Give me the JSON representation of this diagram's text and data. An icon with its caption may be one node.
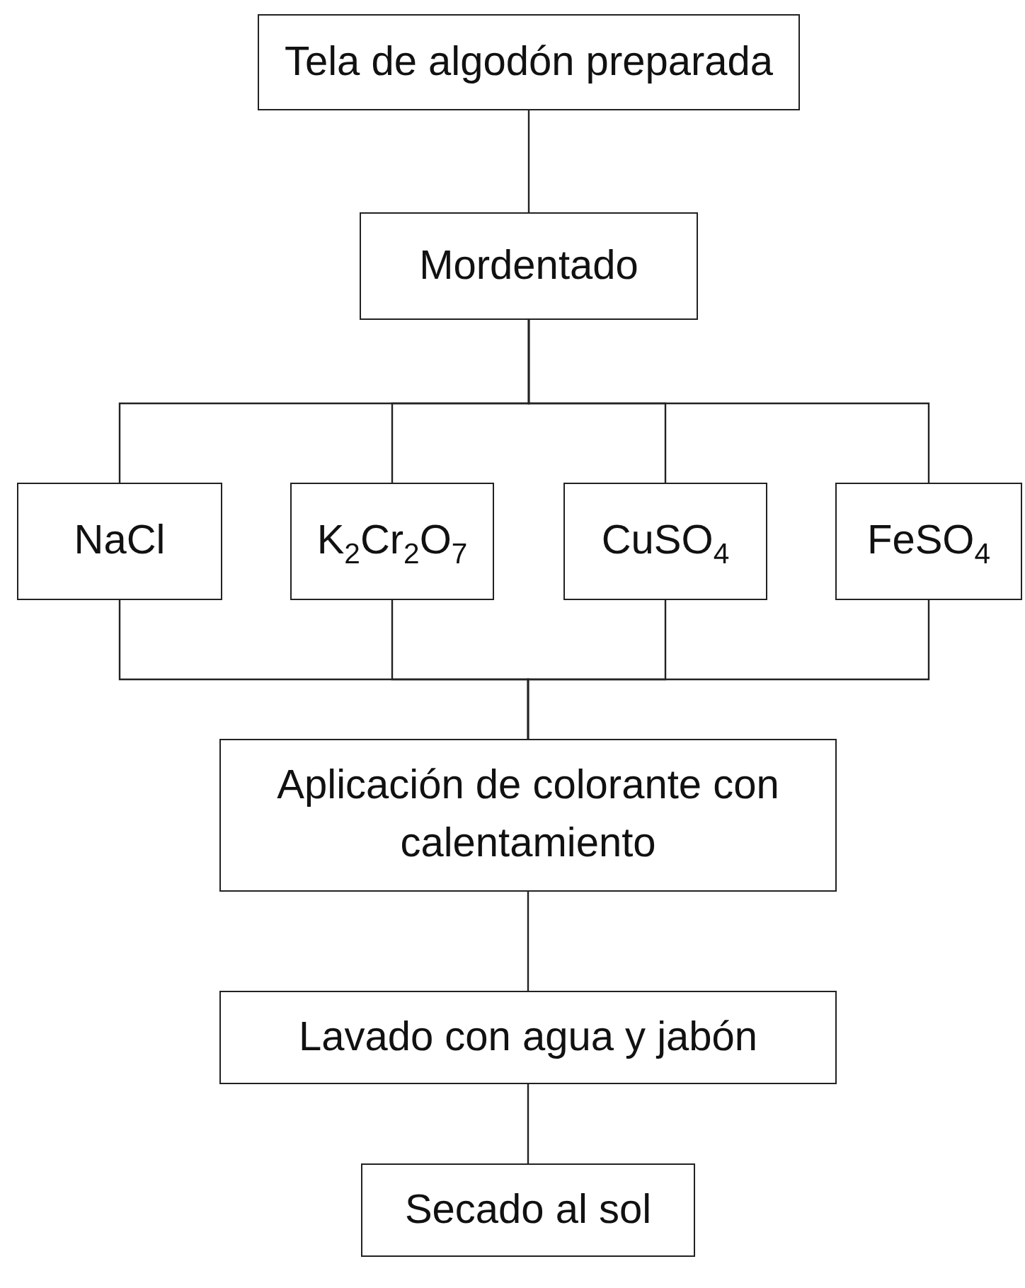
{
  "diagram": {
    "nodes": [
      {
        "text": [
          "Tela de algodón preparada"
        ]
      },
      {
        "text": [
          "Mordentado"
        ]
      },
      {
        "text": [
          "NaCl"
        ]
      },
      {
        "text": [
          "K$_{2}$Cr$_{2}$O$_{7}$"
        ]
      },
      {
        "text": [
          "CuSO$_{4}$"
        ]
      },
      {
        "text": [
          "FeSO$_{4}$"
        ]
      },
      {
        "text": [
          "Aplicación de colorante con calentamiento"
        ]
      },
      {
        "text": [
          "Lavado con agua y jabón"
        ]
      },
      {
        "text": [
          "Secado al sol"
        ]
      }
    ],
    "edges": [
      {
        "from": 0,
        "to": 1,
        "arrow": "none"
      },
      {
        "from": 1,
        "to": 2,
        "arrow": "none"
      },
      {
        "from": 1,
        "to": 3,
        "arrow": "none"
      },
      {
        "from": 1,
        "to": 4,
        "arrow": "none"
      },
      {
        "from": 1,
        "to": 5,
        "arrow": "none"
      },
      {
        "from": 2,
        "to": 6,
        "arrow": "none"
      },
      {
        "from": 3,
        "to": 6,
        "arrow": "none"
      },
      {
        "from": 4,
        "to": 6,
        "arrow": "none"
      },
      {
        "from": 5,
        "to": 6,
        "arrow": "none"
      },
      {
        "from": 6,
        "to": 7,
        "arrow": "none"
      },
      {
        "from": 7,
        "to": 8,
        "arrow": "none"
      }
    ]
  }
}
